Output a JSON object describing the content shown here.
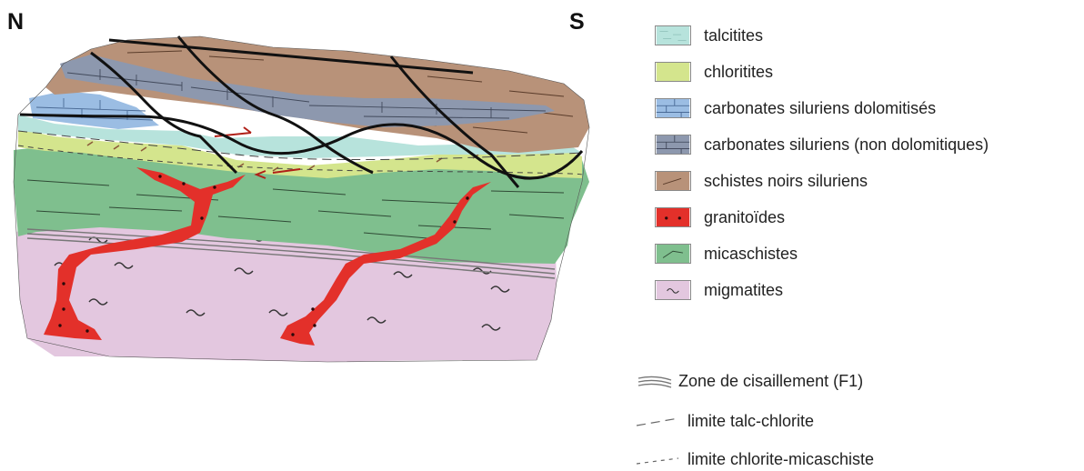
{
  "compass": {
    "north": "N",
    "south": "S"
  },
  "legend": [
    {
      "id": "talcitites",
      "label": "talcitites",
      "color": "#b7e3dc",
      "pattern": "talc"
    },
    {
      "id": "chloritites",
      "label": "chloritites",
      "color": "#d4e58d",
      "pattern": "none"
    },
    {
      "id": "carb-dolo",
      "label": "carbonates siluriens dolomitisés",
      "color": "#9bbde3",
      "pattern": "brick"
    },
    {
      "id": "carb-non-dolo",
      "label": "carbonates siluriens (non dolomitiques)",
      "color": "#8d98ae",
      "pattern": "brick"
    },
    {
      "id": "schistes",
      "label": "schistes noirs siluriens",
      "color": "#b89279",
      "pattern": "dash"
    },
    {
      "id": "granitoides",
      "label": "granitoïdes",
      "color": "#e3302a",
      "pattern": "dots"
    },
    {
      "id": "micaschistes",
      "label": "micaschistes",
      "color": "#7fbf8e",
      "pattern": "dash"
    },
    {
      "id": "migmatites",
      "label": "migmatites",
      "color": "#e3c7df",
      "pattern": "wave"
    }
  ],
  "line_legend": [
    {
      "id": "shear",
      "label": "Zone de cisaillement (F1)",
      "style": "shear"
    },
    {
      "id": "talc-chlorite",
      "label": "limite talc-chlorite",
      "style": "long-dash"
    },
    {
      "id": "chlorite-mica",
      "label": "limite chlorite-micaschiste",
      "style": "short-dash"
    }
  ]
}
